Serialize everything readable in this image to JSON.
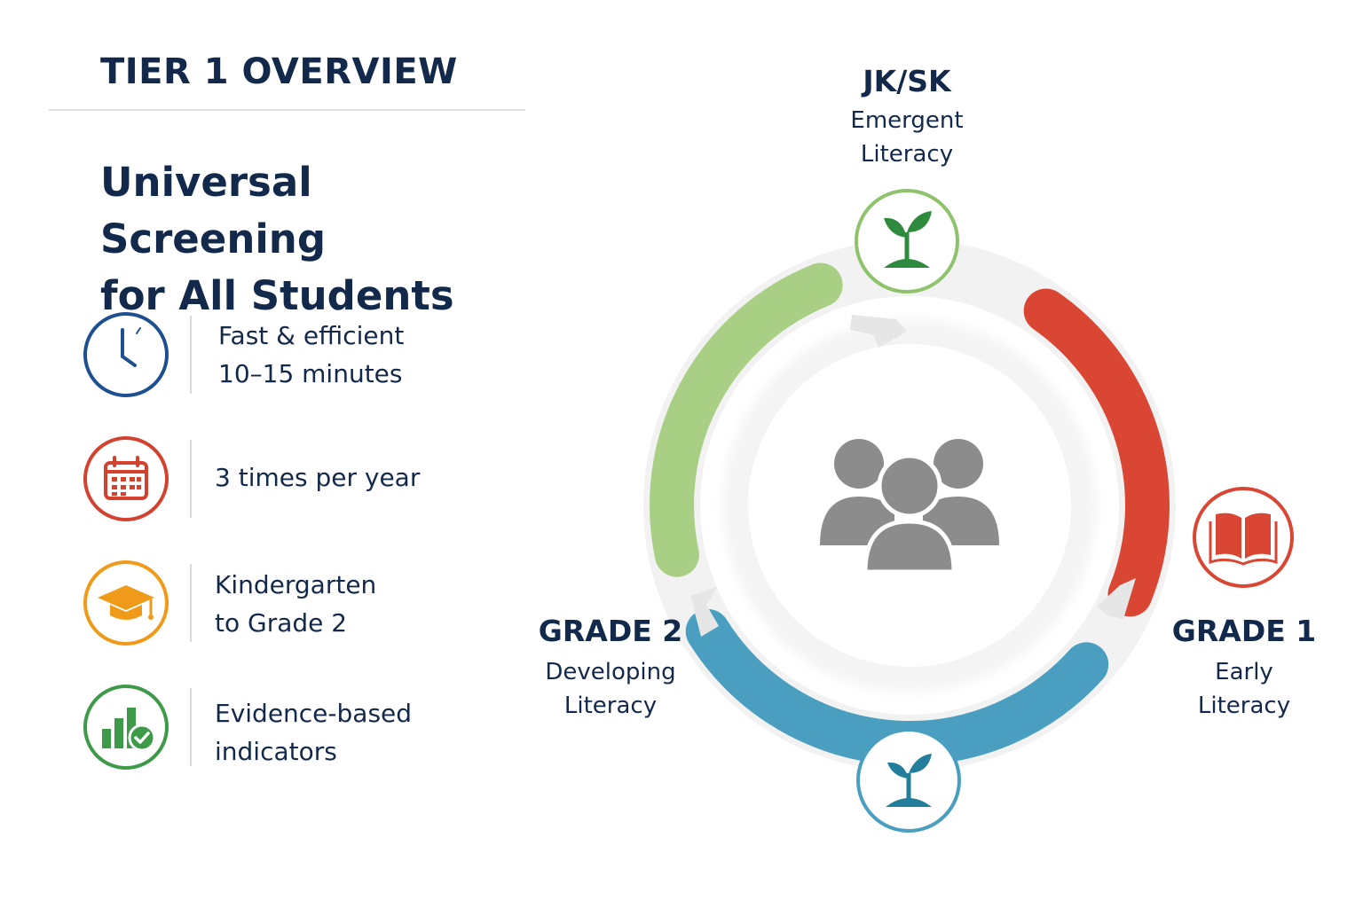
{
  "overview": {
    "title": "TIER 1 OVERVIEW",
    "headline_line1": "Universal Screening",
    "headline_line2": "for All Students"
  },
  "features": [
    {
      "icon": "clock-icon",
      "color": "#1d4f91",
      "line1": "Fast & efficient",
      "line2": "10–15 minutes"
    },
    {
      "icon": "calendar-icon",
      "color": "#d2422f",
      "line1": "3 times per year",
      "line2": ""
    },
    {
      "icon": "graduation-cap-icon",
      "color": "#f09a1a",
      "line1": "Kindergarten",
      "line2": "to Grade 2"
    },
    {
      "icon": "bar-chart-check-icon",
      "color": "#3d9a48",
      "line1": "Evidence-based",
      "line2": "indicators"
    }
  ],
  "stages": {
    "jk_sk": {
      "title": "JK/SK",
      "sub_line1": "Emergent",
      "sub_line2": "Literacy",
      "color": "#8fc36b",
      "icon": "sprout-icon"
    },
    "grade1": {
      "title": "GRADE 1",
      "sub_line1": "Early",
      "sub_line2": "Literacy",
      "color": "#d94634",
      "icon": "open-book-icon"
    },
    "grade2": {
      "title": "GRADE 2",
      "sub_line1": "Developing",
      "sub_line2": "Literacy",
      "color": "#4a9fc0",
      "icon": "sprout-icon"
    }
  },
  "center_icon": "students-group-icon"
}
